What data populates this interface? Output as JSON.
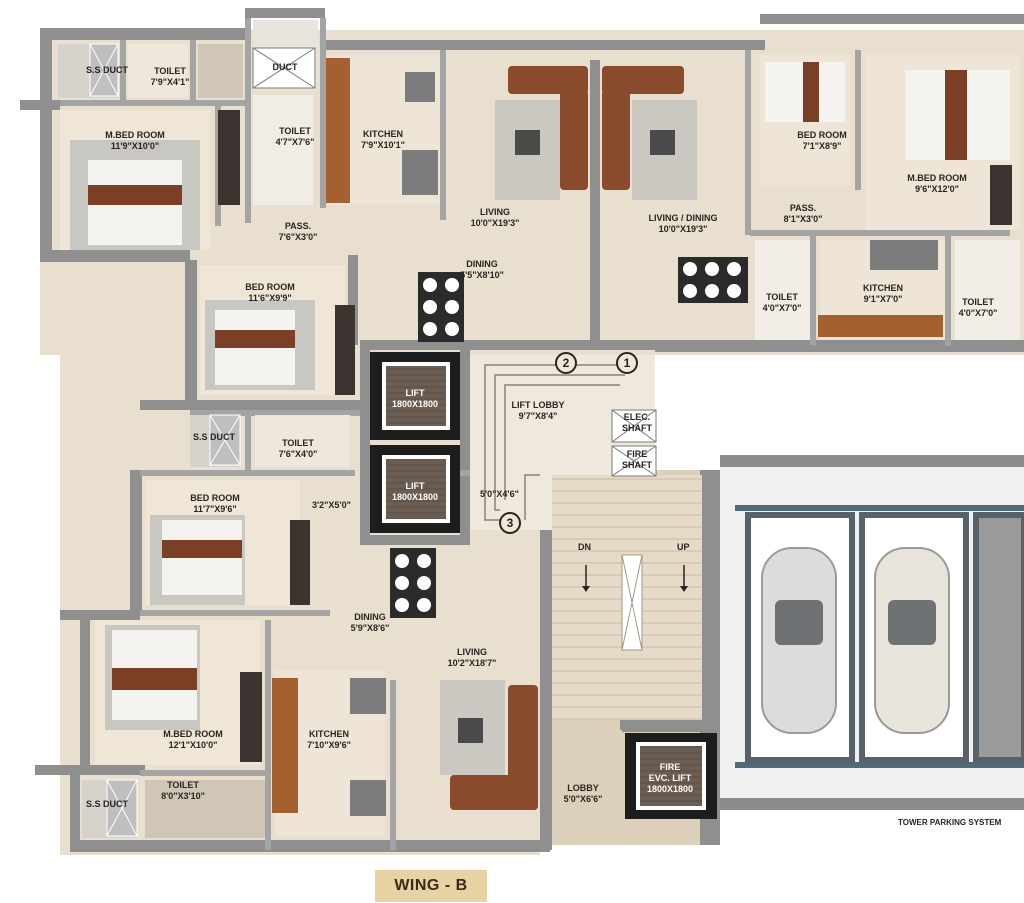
{
  "wing_label": "WING - B",
  "tower_parking_label": "TOWER PARKING SYSTEM",
  "rooms": {
    "ss_duct_1": {
      "name": "S.S DUCT"
    },
    "toilet_1": {
      "name": "TOILET",
      "dim": "7'9\"X4'1\""
    },
    "duct_top": {
      "name": "DUCT"
    },
    "mbed_1": {
      "name": "M.BED ROOM",
      "dim": "11'9\"X10'0\""
    },
    "toilet_2": {
      "name": "TOILET",
      "dim": "4'7\"X7'6\""
    },
    "kitchen_1": {
      "name": "KITCHEN",
      "dim": "7'9\"X10'1\""
    },
    "pass_1": {
      "name": "PASS.",
      "dim": "7'6\"X3'0\""
    },
    "living_1": {
      "name": "LIVING",
      "dim": "10'0\"X19'3\""
    },
    "dining_1": {
      "name": "DINING",
      "dim": "5'5\"X8'10\""
    },
    "bed_1": {
      "name": "BED ROOM",
      "dim": "11'6\"X9'9\""
    },
    "living_dining_2": {
      "name": "LIVING / DINING",
      "dim": "10'0\"X19'3\""
    },
    "bed_2": {
      "name": "BED ROOM",
      "dim": "7'1\"X8'9\""
    },
    "mbed_2": {
      "name": "M.BED ROOM",
      "dim": "9'6\"X12'0\""
    },
    "pass_2": {
      "name": "PASS.",
      "dim": "8'1\"X3'0\""
    },
    "toilet_3": {
      "name": "TOILET",
      "dim": "4'0\"X7'0\""
    },
    "kitchen_2": {
      "name": "KITCHEN",
      "dim": "9'1\"X7'0\""
    },
    "toilet_4": {
      "name": "TOILET",
      "dim": "4'0\"X7'0\""
    },
    "lift_1": {
      "name": "LIFT",
      "dim": "1800X1800"
    },
    "lift_2": {
      "name": "LIFT",
      "dim": "1800X1800"
    },
    "lift_lobby": {
      "name": "LIFT LOBBY",
      "dim": "9'7\"X8'4\""
    },
    "elec_shaft": {
      "name": "ELEC.",
      "dim": "SHAFT"
    },
    "fire_shaft": {
      "name": "FIRE",
      "dim": "SHAFT"
    },
    "ss_duct_2": {
      "name": "S.S DUCT"
    },
    "toilet_5": {
      "name": "TOILET",
      "dim": "7'6\"X4'0\""
    },
    "bed_3": {
      "name": "BED ROOM",
      "dim": "11'7\"X9'6\""
    },
    "dining_3": {
      "name": "DINING",
      "dim": "5'9\"X8'6\""
    },
    "living_3": {
      "name": "LIVING",
      "dim": "10'2\"X18'7\""
    },
    "mbed_3": {
      "name": "M.BED ROOM",
      "dim": "12'1\"X10'0\""
    },
    "kitchen_3": {
      "name": "KITCHEN",
      "dim": "7'10\"X9'6\""
    },
    "ss_duct_3": {
      "name": "S.S DUCT"
    },
    "toilet_6": {
      "name": "TOILET",
      "dim": "8'0\"X3'10\""
    },
    "lobby": {
      "name": "LOBBY",
      "dim": "5'0\"X6'6\""
    },
    "fire_lift": {
      "name": "FIRE",
      "line2": "EVC. LIFT",
      "dim": "1800X1800"
    }
  },
  "dims": {
    "lobby_passage": "5'0\"X4'6\"",
    "bed_passage": "3'2\"X5'0\""
  },
  "stairs": {
    "down": "DN",
    "up": "UP"
  },
  "entrances": [
    "1",
    "2",
    "3"
  ]
}
